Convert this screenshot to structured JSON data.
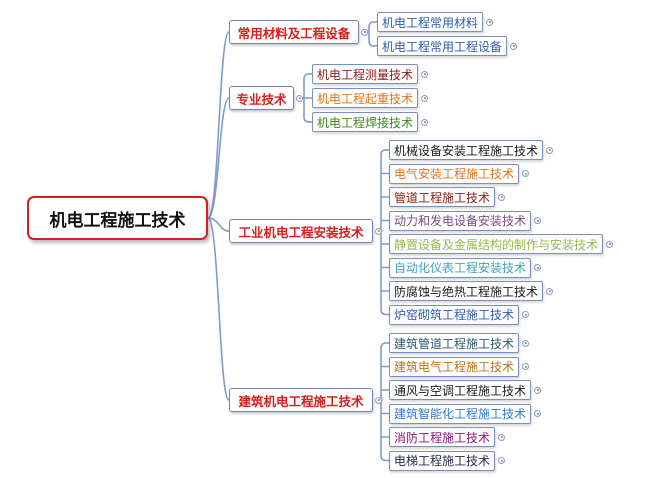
{
  "root": {
    "label": "机电工程施工技术"
  },
  "categories": [
    {
      "label": "常用材料及工程设备",
      "items": [
        {
          "label": "机电工程常用材料",
          "color": "#2e5eaa"
        },
        {
          "label": "机电工程常用工程设备",
          "color": "#2e5eaa"
        }
      ]
    },
    {
      "label": "专业技术",
      "items": [
        {
          "label": "机电工程测量技术",
          "color": "#8b1a1a"
        },
        {
          "label": "机电工程起重技术",
          "color": "#e0761c"
        },
        {
          "label": "机电工程焊接技术",
          "color": "#3a8a1c"
        }
      ]
    },
    {
      "label": "工业机电工程安装技术",
      "items": [
        {
          "label": "机械设备安装工程施工技术",
          "color": "#1a1a1a"
        },
        {
          "label": "电气安装工程施工技术",
          "color": "#e0761c"
        },
        {
          "label": "管道工程施工技术",
          "color": "#8b1a1a"
        },
        {
          "label": "动力和发电设备安装技术",
          "color": "#7a4a8a"
        },
        {
          "label": "静置设备及金属结构的制作与安装技术",
          "color": "#9ab84a"
        },
        {
          "label": "自动化仪表工程安装技术",
          "color": "#3aa3c0"
        },
        {
          "label": "防腐蚀与绝热工程施工技术",
          "color": "#1a1a1a"
        },
        {
          "label": "炉窑砌筑工程施工技术",
          "color": "#2e5eaa"
        }
      ]
    },
    {
      "label": "建筑机电工程施工技术",
      "items": [
        {
          "label": "建筑管道工程施工技术",
          "color": "#2a5a6a"
        },
        {
          "label": "建筑电气工程施工技术",
          "color": "#b8761c"
        },
        {
          "label": "通风与空调工程施工技术",
          "color": "#1a1a1a"
        },
        {
          "label": "建筑智能化工程施工技术",
          "color": "#2e7ad0"
        },
        {
          "label": "消防工程施工技术",
          "color": "#8a1a7a"
        },
        {
          "label": "电梯工程施工技术",
          "color": "#2a2a4a"
        }
      ]
    }
  ],
  "colors": {
    "root_border": "#d42020",
    "category_text": "#d81e1e",
    "link": "#7f9cc8"
  }
}
